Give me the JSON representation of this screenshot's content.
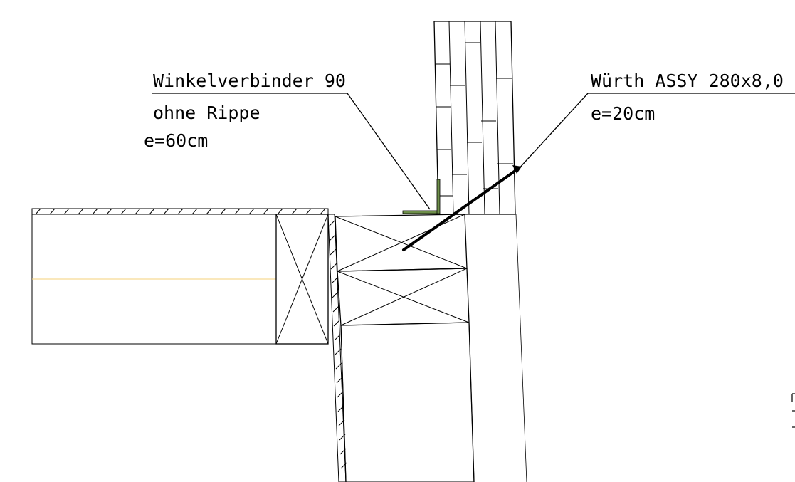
{
  "colors": {
    "timber_dark": "#FBB714",
    "timber_light": "#FDE08A",
    "timber_mid": "#FCC830",
    "line": "#000000",
    "screw": "#000000",
    "background": "#FFFFFF"
  },
  "annotations": {
    "left": {
      "line1": "Winkelverbinder 90",
      "line2": "ohne Rippe",
      "line3": "e=60cm"
    },
    "right": {
      "line1": "Würth ASSY 280x8,0",
      "line2": "e=20cm"
    }
  }
}
